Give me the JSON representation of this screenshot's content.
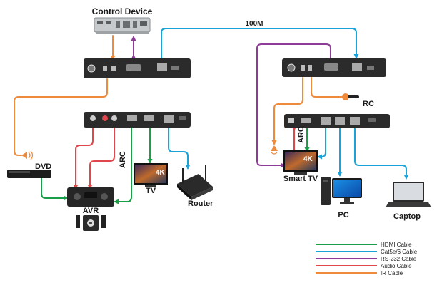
{
  "labels": {
    "control_device": "Control Device",
    "link_speed": "100M",
    "dvd": "DVD",
    "arc_left": "ARC",
    "arc_right": "ARC",
    "tv": "TV",
    "router": "Router",
    "avr": "AVR",
    "rc": "RC",
    "smart_tv": "Smart TV",
    "pc": "PC",
    "captop": "Captop",
    "tv_badge": "4K"
  },
  "legend": [
    {
      "label": "HDMI Cable",
      "color": "#1a9e47"
    },
    {
      "label": "Cat5e/6 Cable",
      "color": "#1aa3d9"
    },
    {
      "label": "RS-232 Cable",
      "color": "#8e3c97"
    },
    {
      "label": "Audio Cable",
      "color": "#e0474c"
    },
    {
      "label": "IR Cable",
      "color": "#ee8a3c"
    }
  ],
  "colors": {
    "hdmi": "#1a9e47",
    "cat": "#1aa3d9",
    "rs232": "#8e3c97",
    "audio": "#e0474c",
    "ir": "#ee8a3c",
    "device": "#2b2b2b"
  }
}
